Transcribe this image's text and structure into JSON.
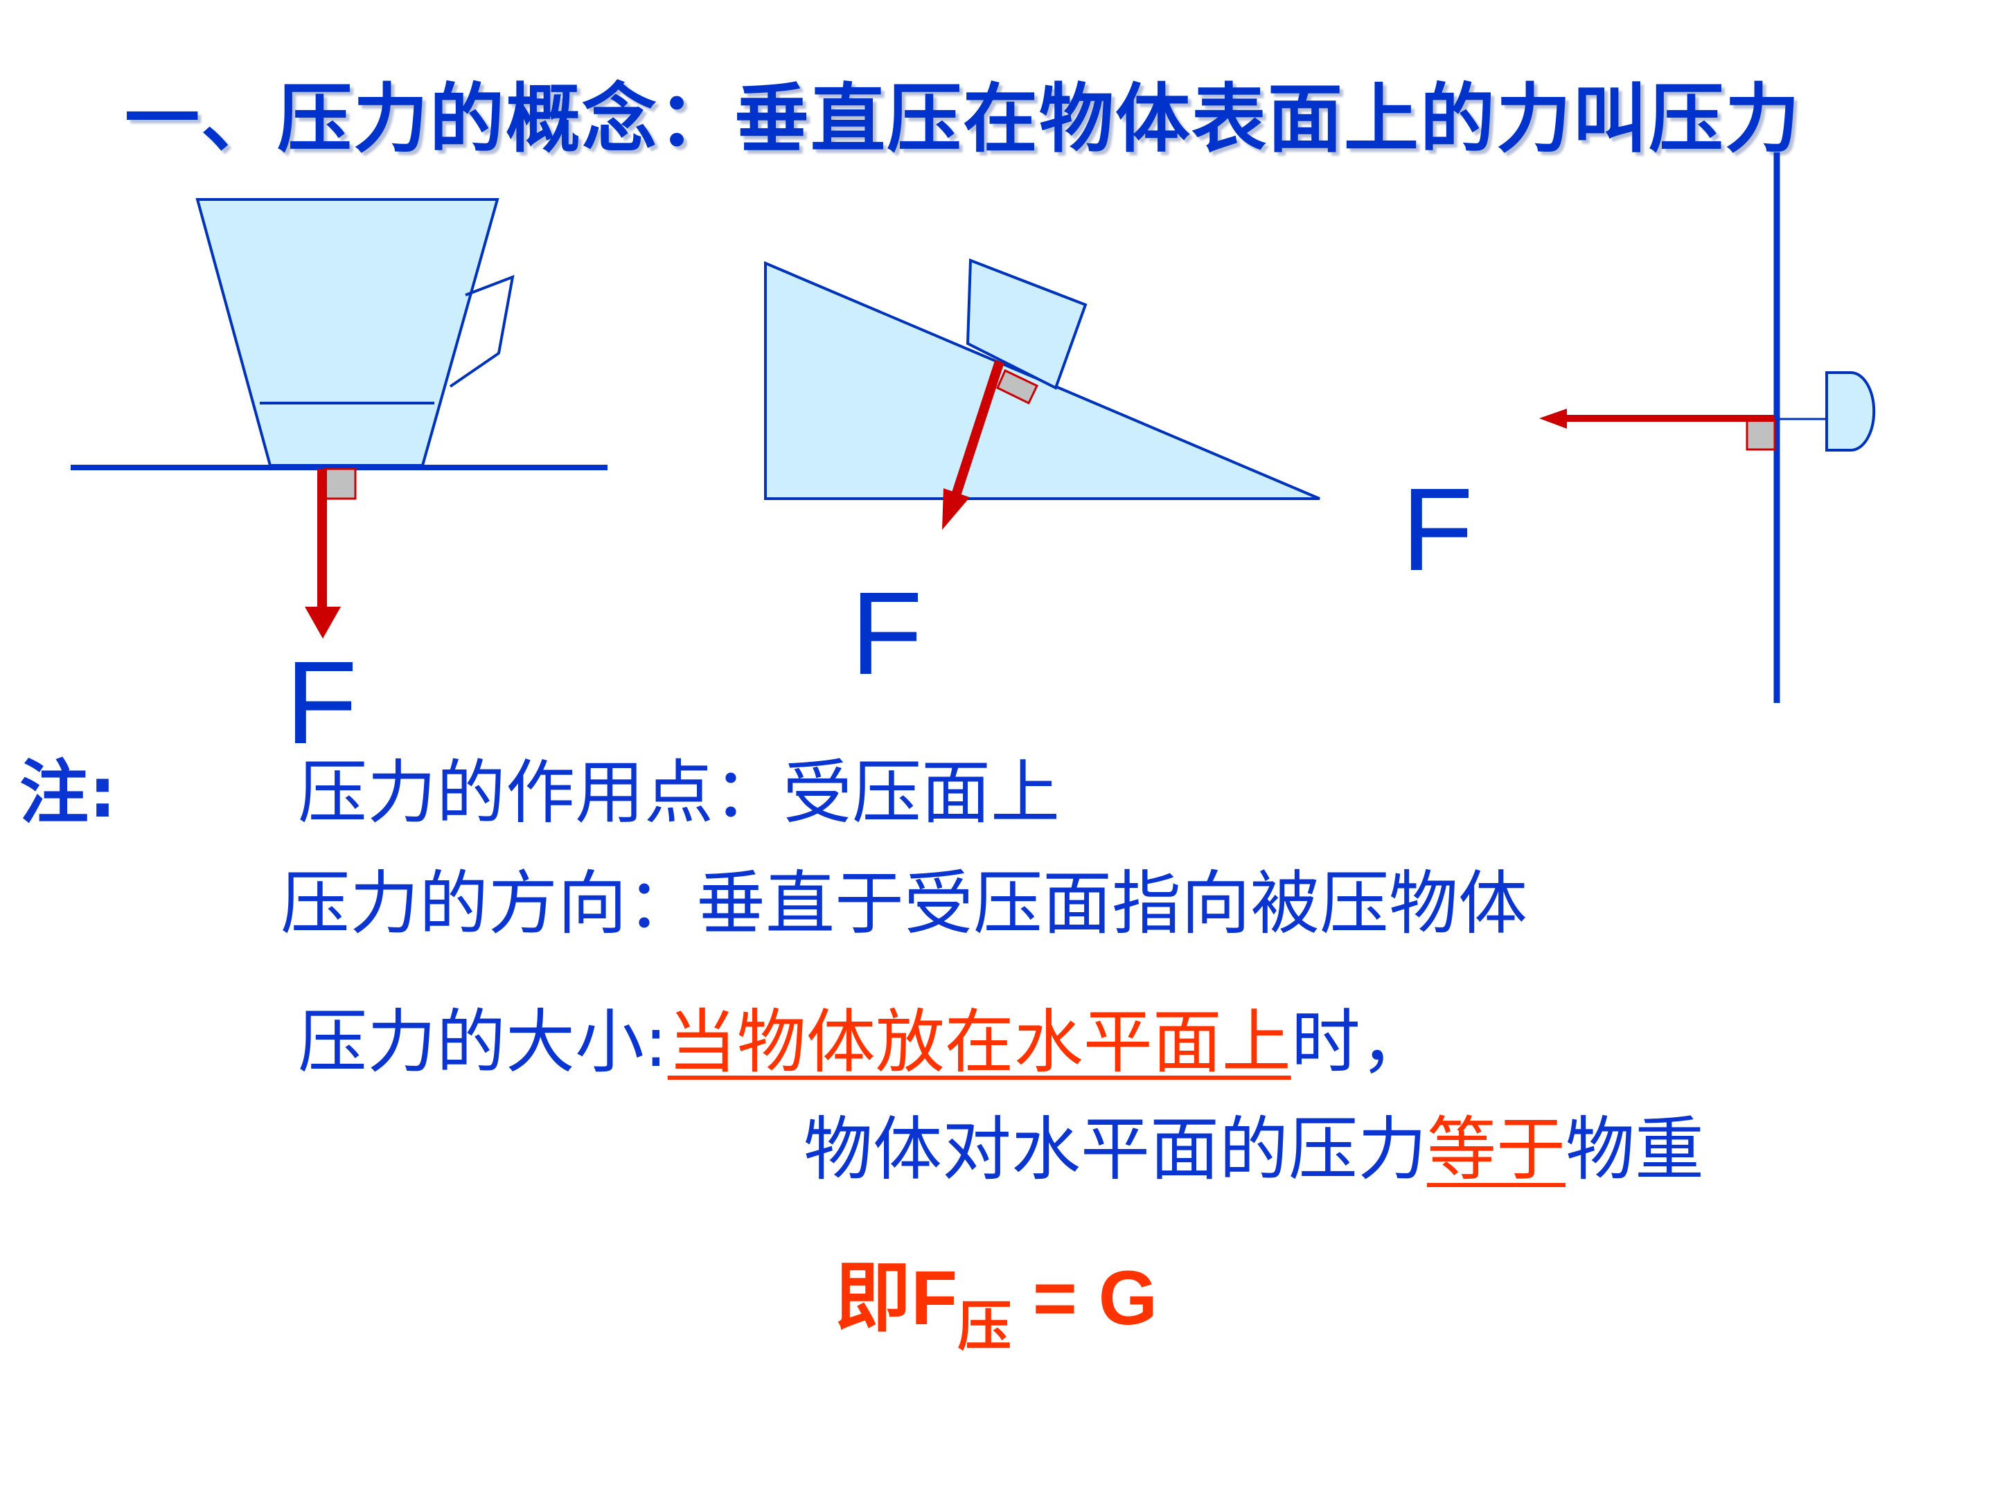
{
  "title": "一、压力的概念：垂直压在物体表面上的力叫压力",
  "diagrams": {
    "cup_on_table": {
      "force_label": "F"
    },
    "block_on_incline": {
      "force_label": "F"
    },
    "suction_cup_on_wall": {
      "force_label": "F"
    }
  },
  "notes": {
    "label": "注:",
    "point_of_action": "压力的作用点：受压面上",
    "direction": "压力的方向：垂直于受压面指向被压物体",
    "magnitude_prefix": "压力的大小:",
    "magnitude_condition": "当物体放在水平面上",
    "magnitude_condition_suffix": "时，",
    "magnitude_line2_prefix": "物体对水平面的压力",
    "magnitude_line2_emph": "等于",
    "magnitude_line2_suffix": "物重"
  },
  "formula": {
    "prefix": "即F",
    "subscript": "压",
    "rest": " = G"
  },
  "colors": {
    "primary_blue": "#0033cc",
    "emphasis_red": "#ff3300",
    "arrow_red": "#cc0000",
    "shape_fill": "#cceeff",
    "marker_gray": "#c0c0c0"
  }
}
